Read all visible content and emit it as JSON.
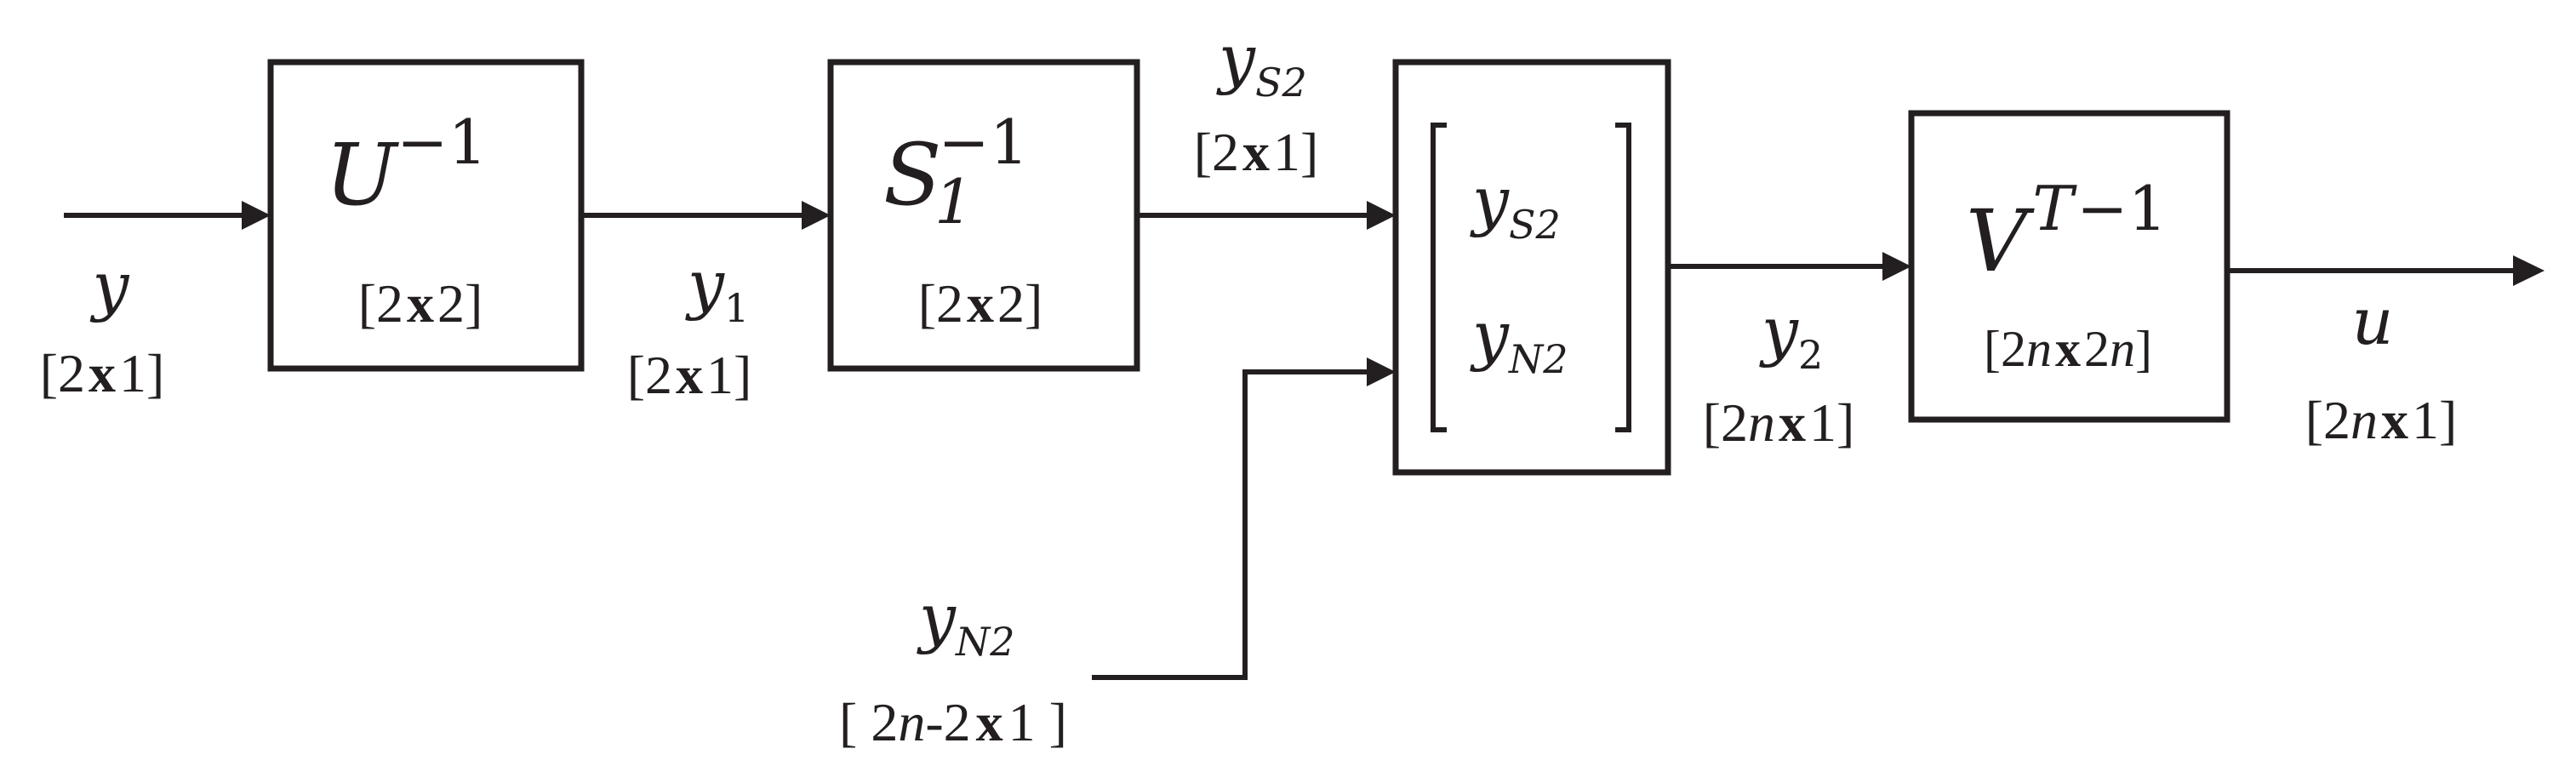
{
  "input": {
    "symbol": "y",
    "dim_open": "[2",
    "dim_x": "x",
    "dim_close": "1]"
  },
  "block_u": {
    "base": "U",
    "sup": "−1",
    "dim_open": "[2",
    "dim_x": "x",
    "dim_close": "2]"
  },
  "signal_y1": {
    "base": "y",
    "sub": "1",
    "dim_open": "[2",
    "dim_x": "x",
    "dim_close": "1]"
  },
  "block_s": {
    "base": "S",
    "sub": "1",
    "sup": "−1",
    "dim_open": "[2",
    "dim_x": "x",
    "dim_close": "2]"
  },
  "signal_ys2": {
    "base": "y",
    "sub": "S2",
    "dim_open": "[2",
    "dim_x": "x",
    "dim_close": "1]"
  },
  "stack_block": {
    "top": {
      "base": "y",
      "sub": "S2"
    },
    "bottom": {
      "base": "y",
      "sub": "N2"
    }
  },
  "signal_yn2": {
    "base": "y",
    "sub": "N2",
    "dim_open": "[ 2",
    "dim_n": "n",
    "dim_mid": "-2",
    "dim_x": "x",
    "dim_close": "1 ]"
  },
  "signal_y2": {
    "base": "y",
    "sub": "2",
    "dim_open": "[2",
    "dim_n": "n",
    "dim_x": "x",
    "dim_close": "1]"
  },
  "block_v": {
    "base": "V",
    "sup_t": "T",
    "sup": "−1",
    "dim_open": "[2",
    "dim_n": "n",
    "dim_x": "x",
    "dim_mid": "2",
    "dim_n2": "n",
    "dim_close": "]"
  },
  "output": {
    "symbol": "u",
    "dim_open": "[2",
    "dim_n": "n",
    "dim_x": "x",
    "dim_close": "1]"
  }
}
